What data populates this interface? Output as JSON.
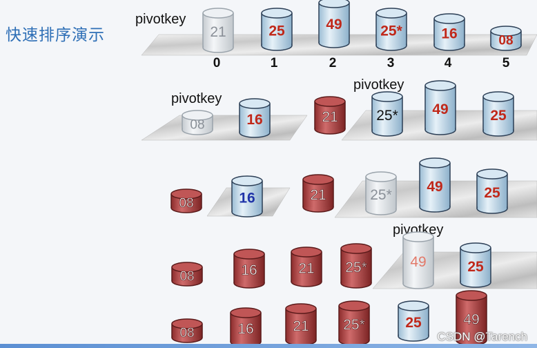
{
  "slide": {
    "title": "快速排序演示",
    "watermark": "CSDN @Tarench",
    "colors": {
      "title": "#2e6fb6",
      "sorted_red": "#b84a4a",
      "light_blue": "#c5dbea",
      "faded": "#d9dde1",
      "value_red": "#c0281a",
      "value_blue": "#1f33a8"
    }
  },
  "rows": [
    {
      "pivot_label": "pivotkey",
      "cylinders": [
        {
          "value": "21",
          "style": "faded"
        },
        {
          "value": "25",
          "style": "blue"
        },
        {
          "value": "49",
          "style": "blue"
        },
        {
          "value": "25*",
          "style": "blue"
        },
        {
          "value": "16",
          "style": "blue"
        },
        {
          "value": "08",
          "style": "blue"
        }
      ],
      "indices": [
        "0",
        "1",
        "2",
        "3",
        "4",
        "5"
      ]
    },
    {
      "pivot_labels": [
        "pivotkey",
        "pivotkey"
      ],
      "cylinders": [
        {
          "value": "08",
          "style": "faded"
        },
        {
          "value": "16",
          "style": "blue"
        },
        {
          "value": "21",
          "style": "red"
        },
        {
          "value": "25*",
          "style": "blue"
        },
        {
          "value": "49",
          "style": "blue"
        },
        {
          "value": "25",
          "style": "blue"
        }
      ]
    },
    {
      "cylinders": [
        {
          "value": "08",
          "style": "red"
        },
        {
          "value": "16",
          "style": "blue"
        },
        {
          "value": "21",
          "style": "red"
        },
        {
          "value": "25*",
          "style": "faded"
        },
        {
          "value": "49",
          "style": "blue"
        },
        {
          "value": "25",
          "style": "blue"
        }
      ]
    },
    {
      "pivot_label": "pivotkey",
      "cylinders": [
        {
          "value": "08",
          "style": "red"
        },
        {
          "value": "16",
          "style": "red"
        },
        {
          "value": "21",
          "style": "red"
        },
        {
          "value": "25*",
          "style": "red"
        },
        {
          "value": "49",
          "style": "faded"
        },
        {
          "value": "25",
          "style": "blue"
        }
      ]
    },
    {
      "cylinders": [
        {
          "value": "08",
          "style": "red"
        },
        {
          "value": "16",
          "style": "red"
        },
        {
          "value": "21",
          "style": "red"
        },
        {
          "value": "25*",
          "style": "red"
        },
        {
          "value": "25",
          "style": "blue"
        },
        {
          "value": "49",
          "style": "red"
        }
      ]
    }
  ]
}
